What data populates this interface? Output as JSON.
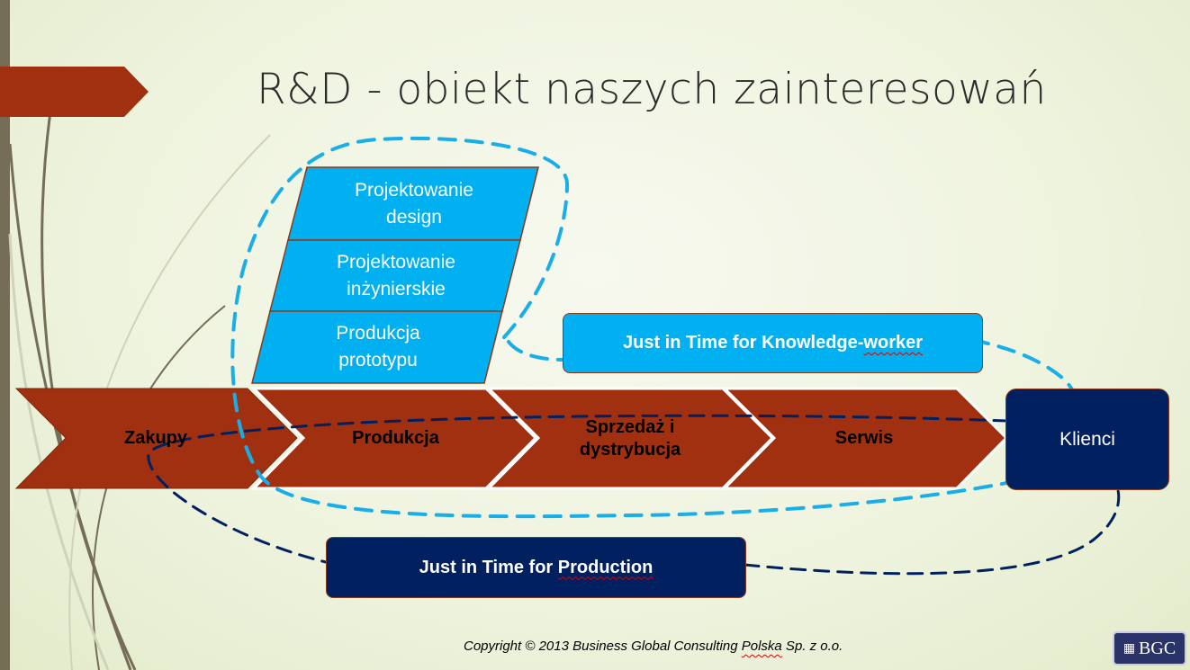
{
  "slide": {
    "title": "R&D - obiekt naszych zainteresowań",
    "value_chain": [
      "Zakupy",
      "Produkcja",
      "Sprzedaż i dystrybucja",
      "Serwis"
    ],
    "customer": "Klienci",
    "rnd_steps": [
      {
        "line1": "Projektowanie",
        "line2": "design"
      },
      {
        "line1": "Projektowanie",
        "line2": "inżynierskie"
      },
      {
        "line1": "Produkcja",
        "line2": "prototypu"
      }
    ],
    "jit_knowledge": {
      "prefix": "Just in Time for Knowledge-",
      "suffix": "worker"
    },
    "jit_production": {
      "prefix": "Just in Time for ",
      "suffix": "Production"
    },
    "copyright": {
      "prefix": "Copyright © 2013 Business Global Consulting ",
      "underlined": "Polska",
      "suffix": " Sp. z o.o."
    },
    "logo_text": "BGC"
  },
  "colors": {
    "chevron": "#A0300F",
    "cyan": "#00B0F0",
    "navy": "#002060",
    "accent_bar": "#756D55"
  }
}
